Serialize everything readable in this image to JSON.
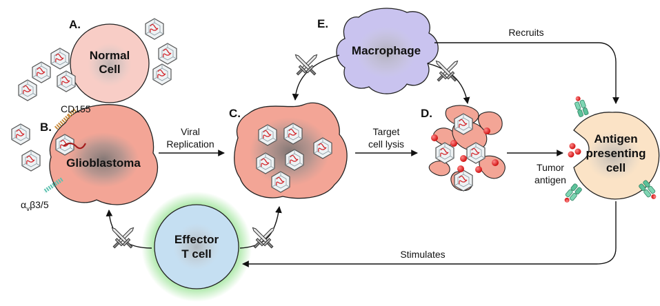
{
  "panels": {
    "a": "A.",
    "b": "B.",
    "c": "C.",
    "d": "D.",
    "e": "E."
  },
  "cells": {
    "normal_line1": "Normal",
    "normal_line2": "Cell",
    "glioblastoma": "Glioblastoma",
    "macrophage": "Macrophage",
    "effector_line1": "Effector",
    "effector_line2": "T cell",
    "apc_line1": "Antigen",
    "apc_line2": "presenting",
    "apc_line3": "cell"
  },
  "receptors": {
    "cd155": "CD155",
    "integrin_alpha": "α",
    "integrin_v": "v",
    "integrin_rest": "β3/5"
  },
  "arrows": {
    "viral_line1": "Viral",
    "viral_line2": "Replication",
    "lysis_line1": "Target",
    "lysis_line2": "cell lysis",
    "antigen_line1": "Tumor",
    "antigen_line2": "antigen",
    "recruits": "Recruits",
    "stimulates": "Stimulates"
  },
  "colors": {
    "tumor": "#f3a596",
    "normal": "#f8cdc6",
    "macrophage": "#c9c3ef",
    "tcell": "#c5dff2",
    "tcell_glow": "#8fe08a",
    "apc": "#fbe3c6",
    "receptor": "#5cc29a",
    "antigen": "#e02020",
    "virus_rna": "#d2252a"
  },
  "icons": [
    "virus-icon",
    "crossed-swords-icon",
    "antigen-dot-icon",
    "receptor-icon"
  ]
}
